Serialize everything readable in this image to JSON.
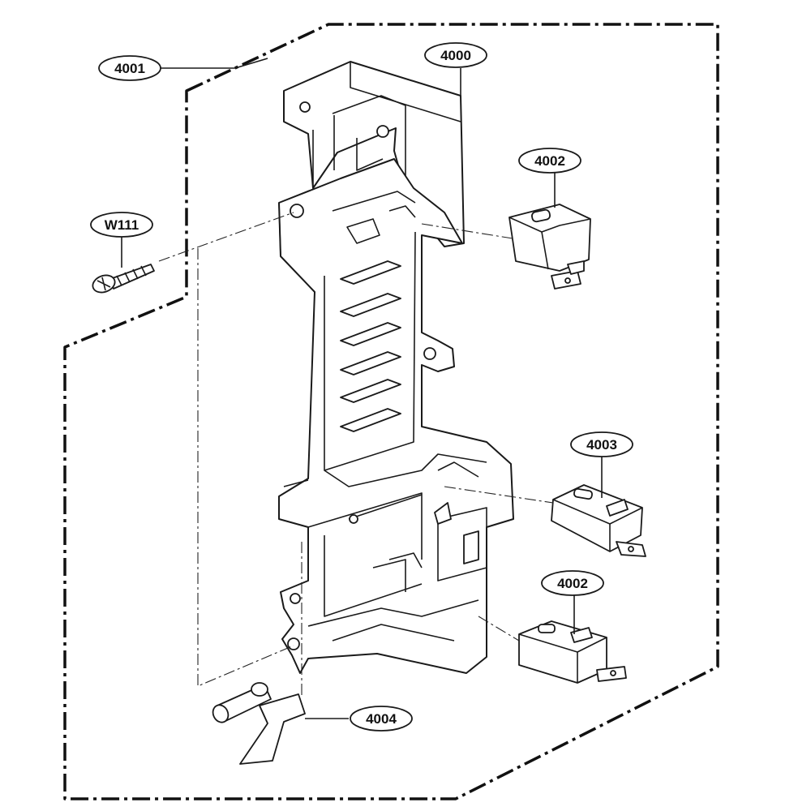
{
  "parts": {
    "p4000": "4000",
    "p4001": "4001",
    "p4002_top": "4002",
    "p4002_bottom": "4002",
    "p4003": "4003",
    "p4004": "4004",
    "pW111": "W111"
  }
}
